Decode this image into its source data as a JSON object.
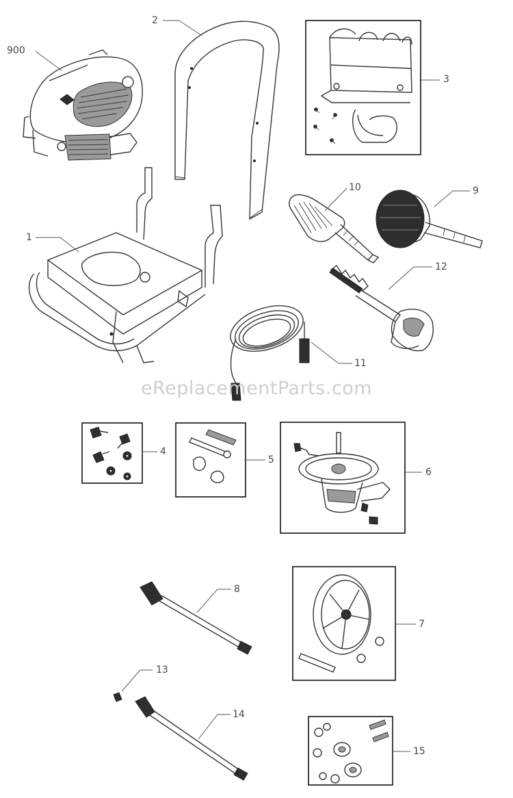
{
  "watermark": "eReplacementParts.com",
  "callouts": [
    {
      "key": "c900",
      "label": "900"
    },
    {
      "key": "c2",
      "label": "2"
    },
    {
      "key": "c3",
      "label": "3"
    },
    {
      "key": "c1",
      "label": "1"
    },
    {
      "key": "c10",
      "label": "10"
    },
    {
      "key": "c9",
      "label": "9"
    },
    {
      "key": "c12",
      "label": "12"
    },
    {
      "key": "c11",
      "label": "11"
    },
    {
      "key": "c4",
      "label": "4"
    },
    {
      "key": "c5",
      "label": "5"
    },
    {
      "key": "c6",
      "label": "6"
    },
    {
      "key": "c8",
      "label": "8"
    },
    {
      "key": "c7",
      "label": "7"
    },
    {
      "key": "c13",
      "label": "13"
    },
    {
      "key": "c14",
      "label": "14"
    },
    {
      "key": "c15",
      "label": "15"
    }
  ]
}
